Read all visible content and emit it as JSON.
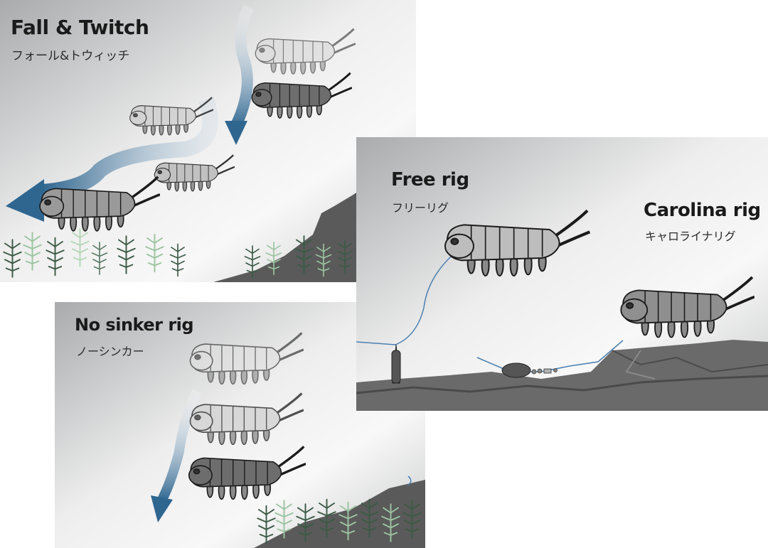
{
  "panels": {
    "fall_twitch": {
      "title": "Fall & Twitch",
      "subtitle": "フォール&トウィッチ"
    },
    "free_rig": {
      "title": "Free rig",
      "subtitle": "フリーリグ"
    },
    "carolina_rig": {
      "title": "Carolina rig",
      "subtitle": "キャロライナリグ"
    },
    "no_sinker_rig": {
      "title": "No sinker rig",
      "subtitle": "ノーシンカー"
    }
  },
  "colors": {
    "arrow": "#3f6f96",
    "lure_dark": "#6d6d6d",
    "lure_light": "#bcbcbc",
    "rock": "#5a5a5a",
    "weed_dark": "#3c5a46",
    "weed_light": "#9cc4a0",
    "line": "#4a7fb0"
  },
  "icons": [
    "isopod-lure-icon",
    "sinker-icon",
    "arrow-icon",
    "weed-icon",
    "rock-icon"
  ]
}
